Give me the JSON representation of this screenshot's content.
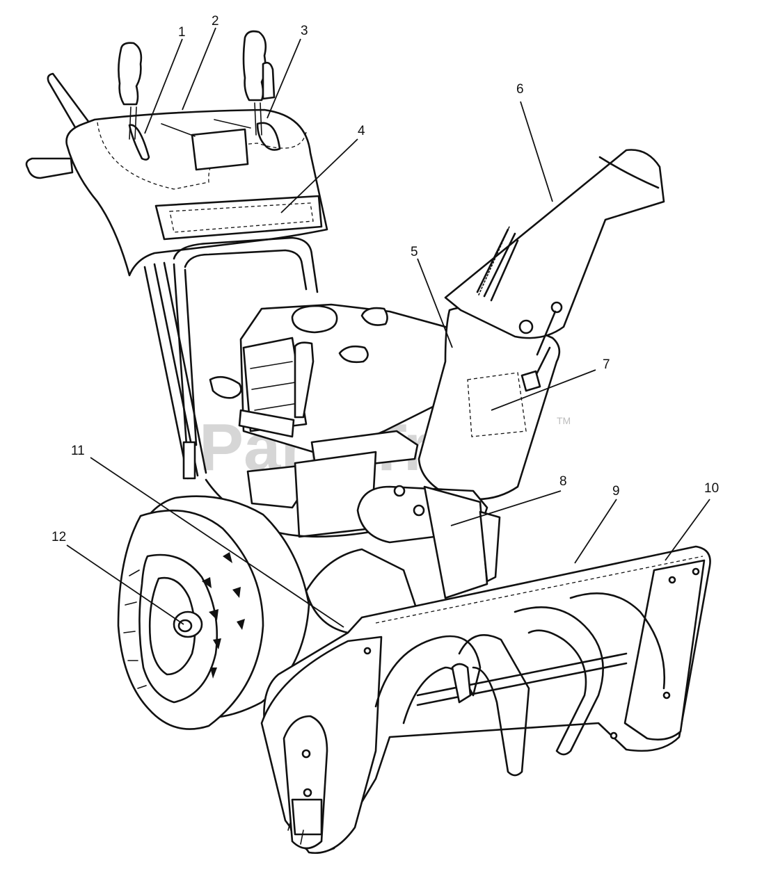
{
  "watermark": {
    "text": "PartsTree",
    "trademark": "TM"
  },
  "callouts": [
    {
      "id": 1,
      "label": "1"
    },
    {
      "id": 2,
      "label": "2"
    },
    {
      "id": 3,
      "label": "3"
    },
    {
      "id": 4,
      "label": "4"
    },
    {
      "id": 5,
      "label": "5"
    },
    {
      "id": 6,
      "label": "6"
    },
    {
      "id": 7,
      "label": "7"
    },
    {
      "id": 8,
      "label": "8"
    },
    {
      "id": 9,
      "label": "9"
    },
    {
      "id": 10,
      "label": "10"
    },
    {
      "id": 11,
      "label": "11"
    },
    {
      "id": 12,
      "label": "12"
    }
  ]
}
